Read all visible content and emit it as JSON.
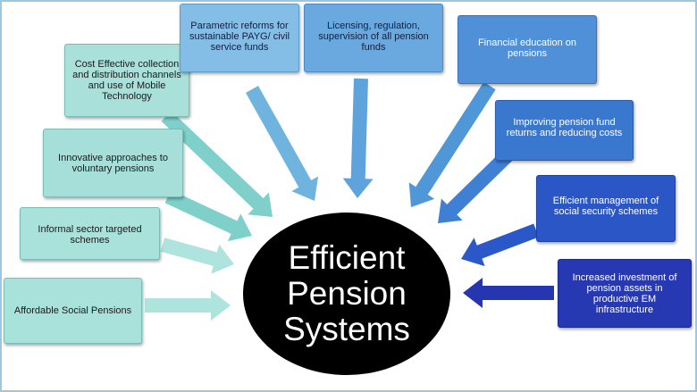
{
  "center": {
    "line1": "Efficient",
    "line2": "Pension",
    "line3": "Systems"
  },
  "boxes": {
    "cost_effective": "Cost Effective collection and distribution channels and use of Mobile Technology",
    "parametric": "Parametric reforms for sustainable PAYG/ civil service funds",
    "licensing": "Licensing, regulation, supervision of all pension funds",
    "financial_education": "Financial education on pensions",
    "improving_returns": "Improving pension fund returns and reducing costs",
    "efficient_management": "Efficient management of social security schemes",
    "increased_investment": "Increased investment of pension assets in productive EM infrastructure",
    "innovative": "Innovative approaches to voluntary pensions",
    "informal_sector": "Informal sector targeted schemes",
    "affordable": "Affordable Social Pensions"
  },
  "colors": {
    "teal_light": "#aee3de",
    "teal": "#7fd0cb",
    "blue_mid": "#4f97d6",
    "blue_dark": "#2a58c8",
    "navy": "#2636b0"
  }
}
